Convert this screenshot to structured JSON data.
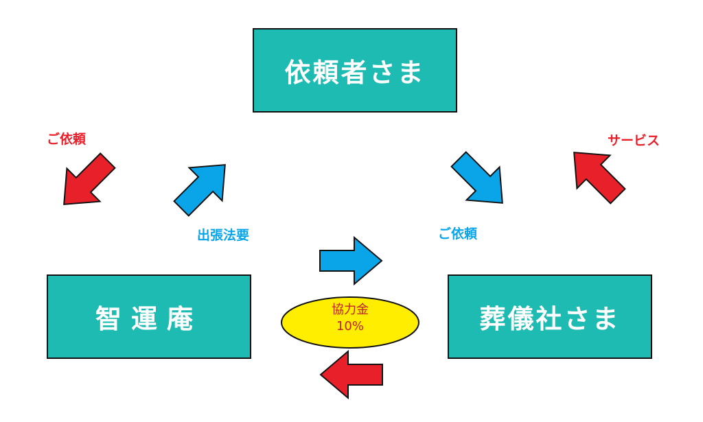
{
  "nodes": {
    "requester": "依頼者さま",
    "temple": "智運庵",
    "funeral_company": "葬儀社さま"
  },
  "labels": {
    "request_left": "ご依頼",
    "service": "サービス",
    "dispatch_service": "出張法要",
    "request_right": "ご依頼"
  },
  "fee": {
    "title": "協力金",
    "rate": "10%"
  },
  "colors": {
    "box": "#1dbbb1",
    "red": "#e8202a",
    "blue": "#0aa5e8",
    "yellow": "#ffee00"
  }
}
